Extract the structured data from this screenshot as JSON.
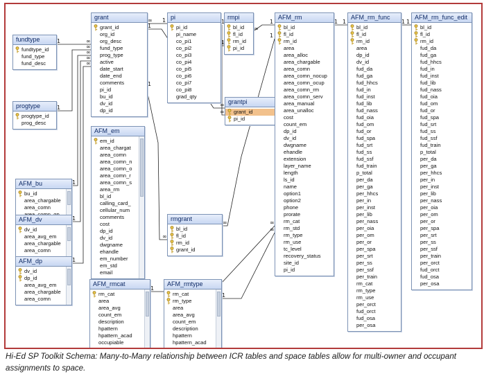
{
  "caption": "Hi-Ed SP Toolkit Schema: Many-to-Many relationship between ICR tables and space tables allow for multi-owner and occupant assignments to space.",
  "icons": {
    "primary_key": "key-icon"
  },
  "colors": {
    "border": "#b23a3a",
    "header": "#c8d7f2",
    "selected": "#f2c18c"
  },
  "tables": [
    {
      "id": "fundtype",
      "title": "fundtype",
      "scroll": false,
      "fields": [
        {
          "name": "fundtype_id",
          "key": true
        },
        {
          "name": "fund_type"
        },
        {
          "name": "fund_desc"
        }
      ]
    },
    {
      "id": "progtype",
      "title": "progtype",
      "scroll": false,
      "fields": [
        {
          "name": "progtype_id",
          "key": true
        },
        {
          "name": "prog_desc"
        }
      ]
    },
    {
      "id": "afm_bu",
      "title": "AFM_bu",
      "scroll": true,
      "fields": [
        {
          "name": "bu_id",
          "key": true
        },
        {
          "name": "area_chargable"
        },
        {
          "name": "area_comn"
        },
        {
          "name": "area_comn_gp"
        }
      ]
    },
    {
      "id": "afm_dv",
      "title": "AFM_dv",
      "scroll": true,
      "fields": [
        {
          "name": "dv_id",
          "key": true
        },
        {
          "name": "area_avg_em"
        },
        {
          "name": "area_chargable"
        },
        {
          "name": "area_comn"
        }
      ]
    },
    {
      "id": "afm_dp",
      "title": "AFM_dp",
      "scroll": true,
      "fields": [
        {
          "name": "dv_id",
          "key": true
        },
        {
          "name": "dp_id",
          "key": true
        },
        {
          "name": "area_avg_em"
        },
        {
          "name": "area_chargable"
        },
        {
          "name": "area_comn"
        }
      ]
    },
    {
      "id": "grant",
      "title": "grant",
      "scroll": false,
      "fields": [
        {
          "name": "grant_id",
          "key": true
        },
        {
          "name": "org_id"
        },
        {
          "name": "org_desc"
        },
        {
          "name": "fund_type"
        },
        {
          "name": "prog_type"
        },
        {
          "name": "active"
        },
        {
          "name": "date_start"
        },
        {
          "name": "date_end"
        },
        {
          "name": "comments"
        },
        {
          "name": "pi_id"
        },
        {
          "name": "bu_id"
        },
        {
          "name": "dv_id"
        },
        {
          "name": "dp_id"
        }
      ]
    },
    {
      "id": "afm_em",
      "title": "AFM_em",
      "scroll": true,
      "fields": [
        {
          "name": "em_id",
          "key": true
        },
        {
          "name": "area_chargat"
        },
        {
          "name": "area_comn"
        },
        {
          "name": "area_comn_n"
        },
        {
          "name": "area_comn_o"
        },
        {
          "name": "area_comn_r"
        },
        {
          "name": "area_comn_s"
        },
        {
          "name": "area_rm"
        },
        {
          "name": "bl_id"
        },
        {
          "name": "calling_card_"
        },
        {
          "name": "cellular_num"
        },
        {
          "name": "comments"
        },
        {
          "name": "cost"
        },
        {
          "name": "dp_id"
        },
        {
          "name": "dv_id"
        },
        {
          "name": "dwgname"
        },
        {
          "name": "ehandle"
        },
        {
          "name": "em_number"
        },
        {
          "name": "em_std"
        },
        {
          "name": "email"
        }
      ]
    },
    {
      "id": "pi",
      "title": "pi",
      "scroll": false,
      "fields": [
        {
          "name": "pi_id",
          "key": true
        },
        {
          "name": "pi_name"
        },
        {
          "name": "co_pi1"
        },
        {
          "name": "co_pi2"
        },
        {
          "name": "co_pi3"
        },
        {
          "name": "co_pi4"
        },
        {
          "name": "co_pi5"
        },
        {
          "name": "co_pi6"
        },
        {
          "name": "co_pi7"
        },
        {
          "name": "co_pi8"
        },
        {
          "name": "grad_qty"
        }
      ]
    },
    {
      "id": "rmpi",
      "title": "rmpi",
      "scroll": false,
      "fields": [
        {
          "name": "bl_id",
          "key": true
        },
        {
          "name": "fl_id",
          "key": true
        },
        {
          "name": "rm_id",
          "key": true
        },
        {
          "name": "pi_id",
          "key": true
        }
      ]
    },
    {
      "id": "grantpi",
      "title": "grantpi",
      "scroll": false,
      "fields": [
        {
          "name": "grant_id",
          "key": true,
          "selected": true
        },
        {
          "name": "pi_id",
          "key": true
        }
      ]
    },
    {
      "id": "rmgrant",
      "title": "rmgrant",
      "scroll": false,
      "fields": [
        {
          "name": "bl_id",
          "key": true
        },
        {
          "name": "fl_id",
          "key": true
        },
        {
          "name": "rm_id",
          "key": true
        },
        {
          "name": "grant_id",
          "key": true
        }
      ]
    },
    {
      "id": "afm_rmcat",
      "title": "AFM_rmcat",
      "scroll": true,
      "fields": [
        {
          "name": "rm_cat",
          "key": true
        },
        {
          "name": "area"
        },
        {
          "name": "area_avg"
        },
        {
          "name": "count_em"
        },
        {
          "name": "description"
        },
        {
          "name": "hpattern"
        },
        {
          "name": "hpattern_acad"
        },
        {
          "name": "occupiable"
        }
      ]
    },
    {
      "id": "afm_rmtype",
      "title": "AFM_rmtype",
      "scroll": true,
      "fields": [
        {
          "name": "rm_cat",
          "key": true
        },
        {
          "name": "rm_type",
          "key": true
        },
        {
          "name": "area"
        },
        {
          "name": "area_avg"
        },
        {
          "name": "count_em"
        },
        {
          "name": "description"
        },
        {
          "name": "hpattern"
        },
        {
          "name": "hpattern_acad"
        }
      ]
    },
    {
      "id": "afm_rm",
      "title": "AFM_rm",
      "scroll": false,
      "fields": [
        {
          "name": "bl_id",
          "key": true
        },
        {
          "name": "fl_id",
          "key": true
        },
        {
          "name": "rm_id",
          "key": true
        },
        {
          "name": "area"
        },
        {
          "name": "area_alloc"
        },
        {
          "name": "area_chargable"
        },
        {
          "name": "area_comn"
        },
        {
          "name": "area_comn_nocup"
        },
        {
          "name": "area_comn_ocup"
        },
        {
          "name": "area_comn_rm"
        },
        {
          "name": "area_comn_serv"
        },
        {
          "name": "area_manual"
        },
        {
          "name": "area_unalloc"
        },
        {
          "name": "cost"
        },
        {
          "name": "count_em"
        },
        {
          "name": "dp_id"
        },
        {
          "name": "dv_id"
        },
        {
          "name": "dwgname"
        },
        {
          "name": "ehandle"
        },
        {
          "name": "extension"
        },
        {
          "name": "layer_name"
        },
        {
          "name": "length"
        },
        {
          "name": "ls_id"
        },
        {
          "name": "name"
        },
        {
          "name": "option1"
        },
        {
          "name": "option2"
        },
        {
          "name": "phone"
        },
        {
          "name": "prorate"
        },
        {
          "name": "rm_cat"
        },
        {
          "name": "rm_std"
        },
        {
          "name": "rm_type"
        },
        {
          "name": "rm_use"
        },
        {
          "name": "tc_level"
        },
        {
          "name": "recovery_status"
        },
        {
          "name": "site_id"
        },
        {
          "name": "pi_id"
        }
      ]
    },
    {
      "id": "afm_rm_func",
      "title": "AFM_rm_func",
      "scroll": false,
      "fields": [
        {
          "name": "bl_id",
          "key": true
        },
        {
          "name": "fl_id",
          "key": true
        },
        {
          "name": "rm_id",
          "key": true
        },
        {
          "name": "area"
        },
        {
          "name": "dp_id"
        },
        {
          "name": "dv_id"
        },
        {
          "name": "fud_da"
        },
        {
          "name": "fud_ga"
        },
        {
          "name": "fud_hhcs"
        },
        {
          "name": "fud_in"
        },
        {
          "name": "fud_inst"
        },
        {
          "name": "fud_lib"
        },
        {
          "name": "fud_nass"
        },
        {
          "name": "fud_oia"
        },
        {
          "name": "fud_om"
        },
        {
          "name": "fud_or"
        },
        {
          "name": "fud_spa"
        },
        {
          "name": "fud_srt"
        },
        {
          "name": "fud_ss"
        },
        {
          "name": "fud_ssf"
        },
        {
          "name": "fud_train"
        },
        {
          "name": "p_total"
        },
        {
          "name": "per_da"
        },
        {
          "name": "per_ga"
        },
        {
          "name": "per_hhcs"
        },
        {
          "name": "per_in"
        },
        {
          "name": "per_inst"
        },
        {
          "name": "per_lib"
        },
        {
          "name": "per_nass"
        },
        {
          "name": "per_oia"
        },
        {
          "name": "per_om"
        },
        {
          "name": "per_or"
        },
        {
          "name": "per_spa"
        },
        {
          "name": "per_srt"
        },
        {
          "name": "per_ss"
        },
        {
          "name": "per_ssf"
        },
        {
          "name": "per_train"
        },
        {
          "name": "rm_cat"
        },
        {
          "name": "rm_type"
        },
        {
          "name": "rm_use"
        },
        {
          "name": "per_orct"
        },
        {
          "name": "fud_orct"
        },
        {
          "name": "fud_osa"
        },
        {
          "name": "per_osa"
        }
      ]
    },
    {
      "id": "afm_rm_func_edit",
      "title": "AFM_rm_func_edit",
      "scroll": false,
      "fields": [
        {
          "name": "bl_id",
          "key": true
        },
        {
          "name": "fl_id",
          "key": true
        },
        {
          "name": "rm_id",
          "key": true
        },
        {
          "name": "fud_da"
        },
        {
          "name": "fud_ga"
        },
        {
          "name": "fud_hhcs"
        },
        {
          "name": "fud_in"
        },
        {
          "name": "fud_inst"
        },
        {
          "name": "fud_lib"
        },
        {
          "name": "fud_nass"
        },
        {
          "name": "fud_oia"
        },
        {
          "name": "fud_om"
        },
        {
          "name": "fud_or"
        },
        {
          "name": "fud_spa"
        },
        {
          "name": "fud_srt"
        },
        {
          "name": "fud_ss"
        },
        {
          "name": "fud_ssf"
        },
        {
          "name": "fud_train"
        },
        {
          "name": "p_total"
        },
        {
          "name": "per_da"
        },
        {
          "name": "per_ga"
        },
        {
          "name": "per_hhcs"
        },
        {
          "name": "per_in"
        },
        {
          "name": "per_inst"
        },
        {
          "name": "per_lib"
        },
        {
          "name": "per_nass"
        },
        {
          "name": "per_oia"
        },
        {
          "name": "per_om"
        },
        {
          "name": "per_or"
        },
        {
          "name": "per_spa"
        },
        {
          "name": "per_srt"
        },
        {
          "name": "per_ss"
        },
        {
          "name": "per_ssf"
        },
        {
          "name": "per_train"
        },
        {
          "name": "per_orct"
        },
        {
          "name": "fud_orct"
        },
        {
          "name": "fud_osa"
        },
        {
          "name": "per_osa"
        }
      ]
    }
  ],
  "relationships": [
    {
      "from": "fundtype",
      "to": "grant",
      "ends": [
        "1",
        "∞"
      ]
    },
    {
      "from": "progtype",
      "to": "grant",
      "ends": [
        "1",
        "∞"
      ]
    },
    {
      "from": "afm_bu",
      "to": "grant",
      "ends": [
        "1",
        "∞"
      ]
    },
    {
      "from": "afm_dv",
      "to": "grant",
      "ends": [
        "1",
        "∞"
      ]
    },
    {
      "from": "afm_dp",
      "to": "grant",
      "ends": [
        "1",
        "∞"
      ]
    },
    {
      "from": "grant",
      "to": "pi",
      "ends": [
        "∞",
        "1"
      ]
    },
    {
      "from": "grant",
      "to": "grantpi",
      "ends": [
        "1",
        "∞"
      ]
    },
    {
      "from": "pi",
      "to": "grantpi",
      "ends": [
        "1",
        "∞"
      ]
    },
    {
      "from": "pi",
      "to": "rmpi",
      "ends": [
        "1",
        "∞"
      ]
    },
    {
      "from": "afm_rm",
      "to": "rmpi",
      "ends": [
        "1",
        "∞"
      ]
    },
    {
      "from": "afm_rm",
      "to": "rmgrant",
      "ends": [
        "1",
        "∞"
      ]
    },
    {
      "from": "grant",
      "to": "rmgrant",
      "ends": [
        "1",
        "∞"
      ]
    },
    {
      "from": "afm_rm",
      "to": "afm_rm_func",
      "ends": [
        "1",
        "1"
      ]
    },
    {
      "from": "afm_rm_func",
      "to": "afm_rm_func_edit",
      "ends": [
        "1",
        "1"
      ]
    },
    {
      "from": "afm_rmcat",
      "to": "afm_rm",
      "ends": [
        "1",
        "∞"
      ]
    },
    {
      "from": "afm_rmtype",
      "to": "afm_rm",
      "ends": [
        "1",
        "∞"
      ]
    }
  ]
}
